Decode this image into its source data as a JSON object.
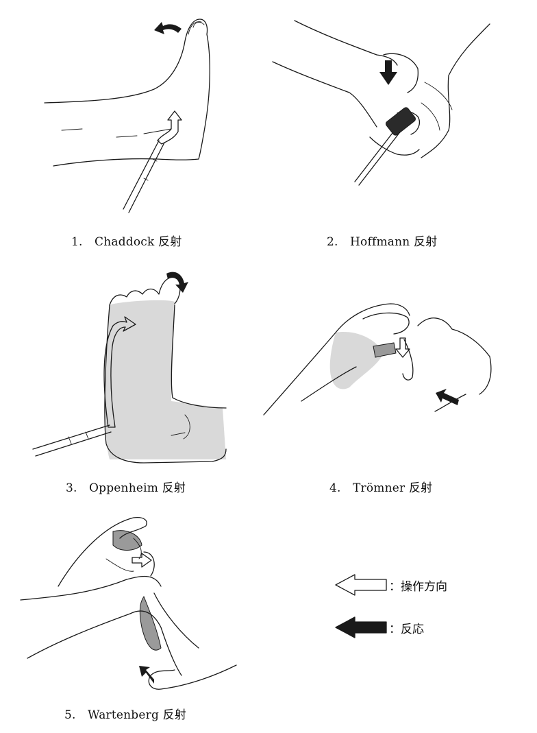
{
  "figures": [
    {
      "number": "1.",
      "label": "Chaddock 反射"
    },
    {
      "number": "2.",
      "label": "Hoffmann 反射"
    },
    {
      "number": "3.",
      "label": "Oppenheim 反射"
    },
    {
      "number": "4.",
      "label": "Trömner 反射"
    },
    {
      "number": "5.",
      "label": "Wartenberg 反射"
    }
  ],
  "legend": {
    "operation": {
      "label": "：操作方向",
      "icon": "hollow-arrow-icon"
    },
    "response": {
      "label": "：反応",
      "icon": "solid-arrow-icon"
    }
  },
  "colors": {
    "ink": "#1a1a1a",
    "shade": "#d9d9d9",
    "shade_dark": "#9a9a9a"
  }
}
